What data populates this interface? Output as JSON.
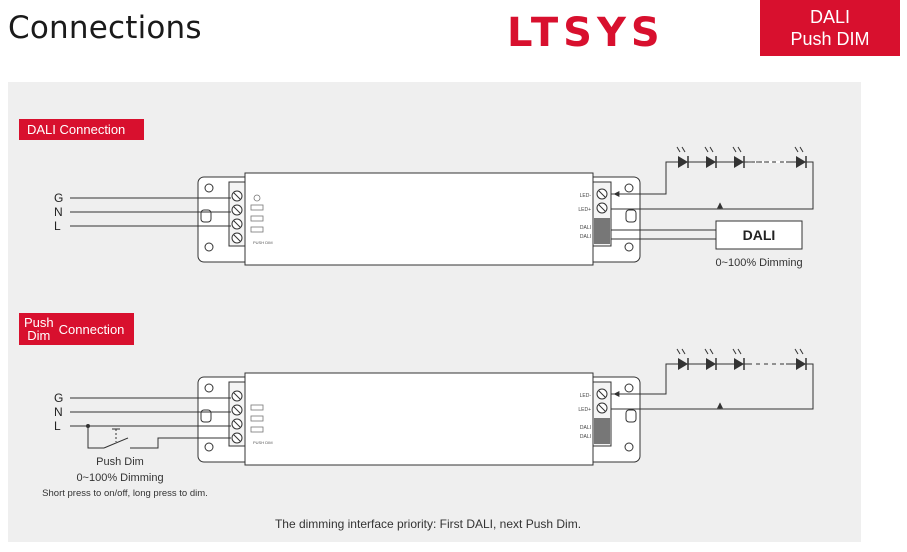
{
  "header": {
    "title": "Connections",
    "brand": "LTSYS",
    "badge_line1": "DALI",
    "badge_line2": "Push DIM"
  },
  "sections": {
    "dali": {
      "label": "DALI Connection"
    },
    "push": {
      "label_top": "Push",
      "label_bottom": "Dim",
      "label_right": "Connection"
    }
  },
  "inputs": {
    "g": "G",
    "n": "N",
    "l": "L"
  },
  "driver": {
    "out_plus": "LED+",
    "out_minus": "LED-",
    "dali_a": "DALI",
    "dali_b": "DALI",
    "push_caption": "PUSH DIM"
  },
  "dali_section": {
    "controller": "DALI",
    "dimming": "0~100% Dimming"
  },
  "push_section": {
    "switch_label": "Push Dim",
    "dimming": "0~100% Dimming",
    "note": "Short press to on/off, long press to dim."
  },
  "footer_note": "The dimming interface priority: First DALI, next Push Dim.",
  "colors": {
    "accent": "#d8102e",
    "panel": "#efefef",
    "line": "#333333"
  }
}
